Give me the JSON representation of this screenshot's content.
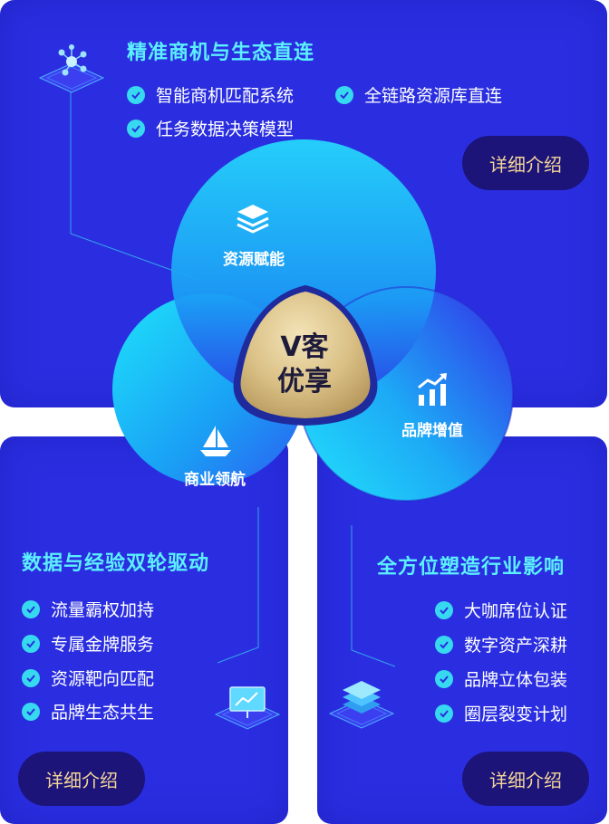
{
  "sections": {
    "top": {
      "title": "精准商机与生态直连",
      "features": [
        "智能商机匹配系统",
        "全链路资源库直连",
        "任务数据决策模型"
      ],
      "button": "详细介绍"
    },
    "left": {
      "title": "数据与经验双轮驱动",
      "features": [
        "流量霸权加持",
        "专属金牌服务",
        "资源靶向匹配",
        "品牌生态共生"
      ],
      "button": "详细介绍"
    },
    "right": {
      "title": "全方位塑造行业影响",
      "features": [
        "大咖席位认证",
        "数字资产深耕",
        "品牌立体包装",
        "圈层裂变计划"
      ],
      "button": "详细介绍"
    }
  },
  "venn": {
    "top_label": "资源赋能",
    "left_label": "商业领航",
    "right_label": "品牌增值",
    "center_line1": "V客",
    "center_line2": "优享"
  },
  "colors": {
    "panel": "#2a2ee0",
    "title": "#5cf0ff",
    "button_bg": "#1c1478",
    "button_text": "#f4d59a",
    "check": "#37d9f0",
    "center_gold": "#e0c98f"
  },
  "icons": [
    "network-icon",
    "presentation-icon",
    "layers-icon",
    "stack-icon",
    "sailboat-icon",
    "bar-chart-icon",
    "check-icon"
  ]
}
